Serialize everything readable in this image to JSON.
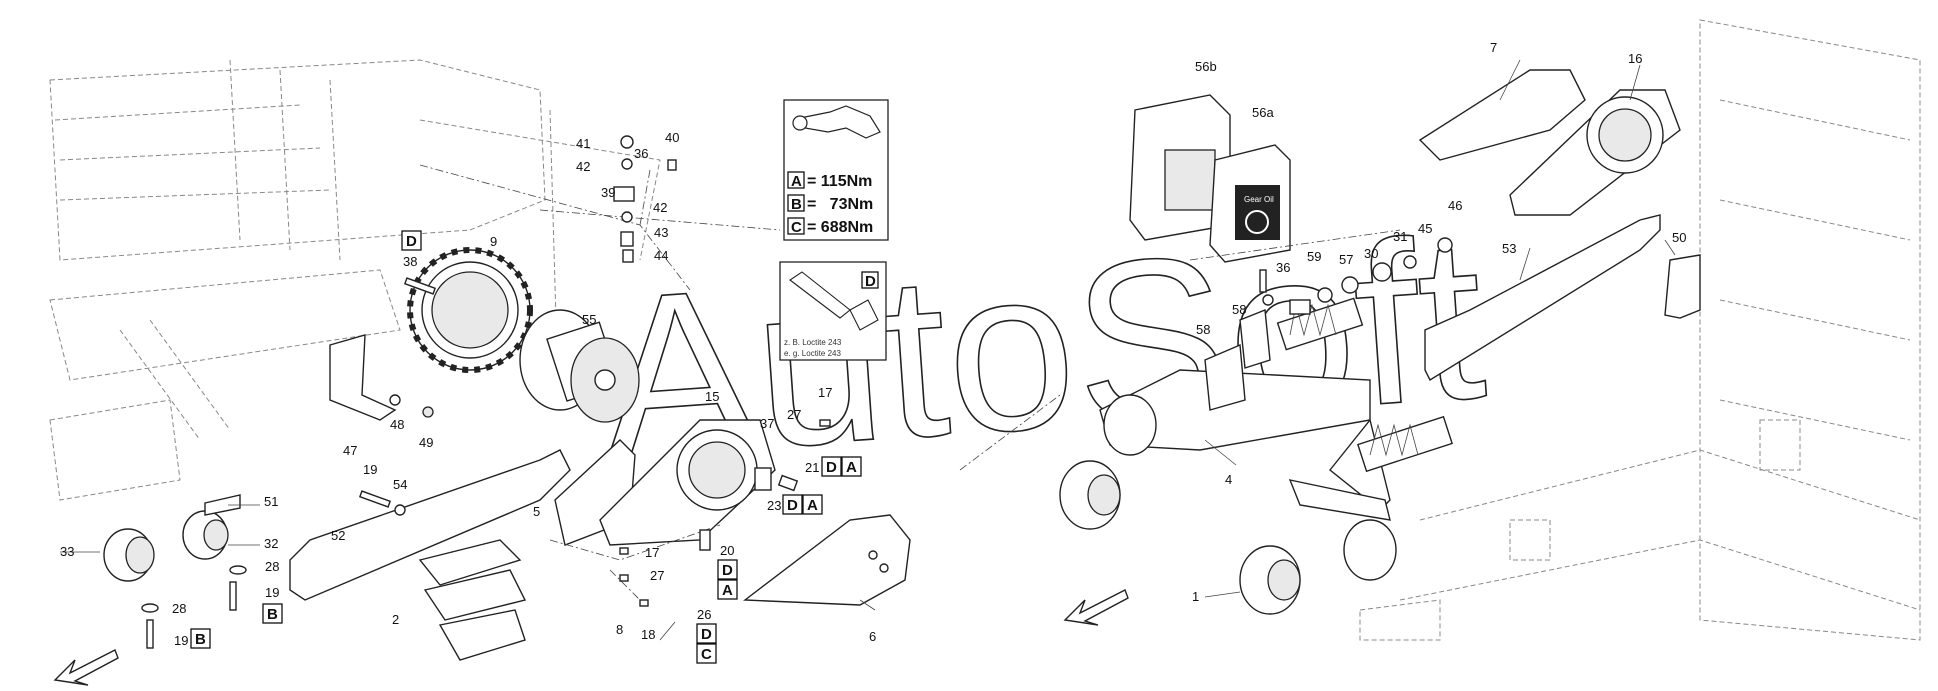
{
  "watermark": "AutoSoft",
  "torque_panel": {
    "rows": [
      {
        "letter": "A",
        "text": "= 115Nm"
      },
      {
        "letter": "B",
        "text": "=   73Nm"
      },
      {
        "letter": "C",
        "text": "= 688Nm"
      }
    ]
  },
  "loctite_panel": {
    "letter": "D",
    "line1": "z. B. Loctite 243",
    "line2": "e. g. Loctite 243"
  },
  "labels": {
    "p1": "1",
    "p2": "2",
    "p4": "4",
    "p5": "5",
    "p6": "6",
    "p7": "7",
    "p8": "8",
    "p9": "9",
    "p15": "15",
    "p16": "16",
    "p17a": "17",
    "p17b": "17",
    "p18": "18",
    "p19a": "19",
    "p19b": "19",
    "p19c": "19",
    "p20": "20",
    "p21": "21",
    "p23": "23",
    "p26": "26",
    "p27a": "27",
    "p27b": "27",
    "p28a": "28",
    "p28b": "28",
    "p30": "30",
    "p31": "31",
    "p32": "32",
    "p33": "33",
    "p36a": "36",
    "p36b": "36",
    "p37": "37",
    "p38": "38",
    "p39": "39",
    "p40": "40",
    "p41": "41",
    "p42a": "42",
    "p42b": "42",
    "p43": "43",
    "p44": "44",
    "p45": "45",
    "p46": "46",
    "p47": "47",
    "p48": "48",
    "p49": "49",
    "p50": "50",
    "p51": "51",
    "p52": "52",
    "p53": "53",
    "p54": "54",
    "p55": "55",
    "p56a": "56a",
    "p56b": "56b",
    "p57": "57",
    "p58a": "58",
    "p58b": "58",
    "p59": "59"
  },
  "boxes": {
    "b_d38": "D",
    "b_b19": "B",
    "b_b19b": "B",
    "b_21d": "D",
    "b_21a": "A",
    "b_23d": "D",
    "b_23a": "A",
    "b_20d": "D",
    "b_20a": "A",
    "b_26d": "D",
    "b_26c": "C"
  },
  "jug_label": "Gear Oil"
}
